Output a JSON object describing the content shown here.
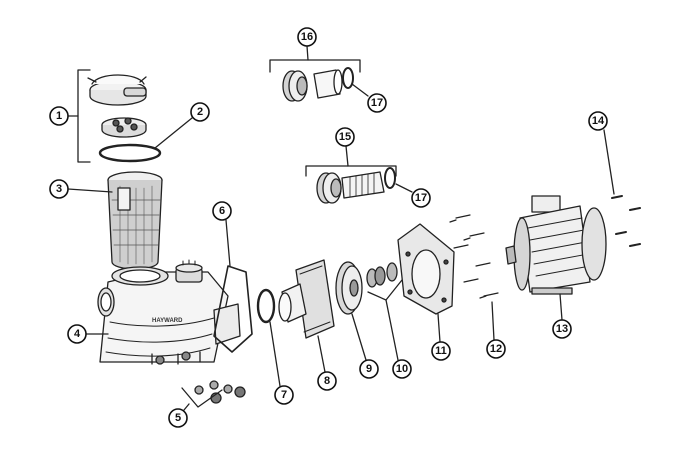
{
  "diagram": {
    "brand_marking": "HAYWARD",
    "callouts": [
      {
        "id": "1",
        "label": "1"
      },
      {
        "id": "2",
        "label": "2"
      },
      {
        "id": "3",
        "label": "3"
      },
      {
        "id": "4",
        "label": "4"
      },
      {
        "id": "5",
        "label": "5"
      },
      {
        "id": "6",
        "label": "6"
      },
      {
        "id": "7",
        "label": "7"
      },
      {
        "id": "8",
        "label": "8"
      },
      {
        "id": "9",
        "label": "9"
      },
      {
        "id": "10",
        "label": "10"
      },
      {
        "id": "11",
        "label": "11"
      },
      {
        "id": "12",
        "label": "12"
      },
      {
        "id": "13",
        "label": "13"
      },
      {
        "id": "14",
        "label": "14"
      },
      {
        "id": "15",
        "label": "15"
      },
      {
        "id": "16",
        "label": "16"
      },
      {
        "id": "17a",
        "label": "17"
      },
      {
        "id": "17b",
        "label": "17"
      }
    ]
  }
}
